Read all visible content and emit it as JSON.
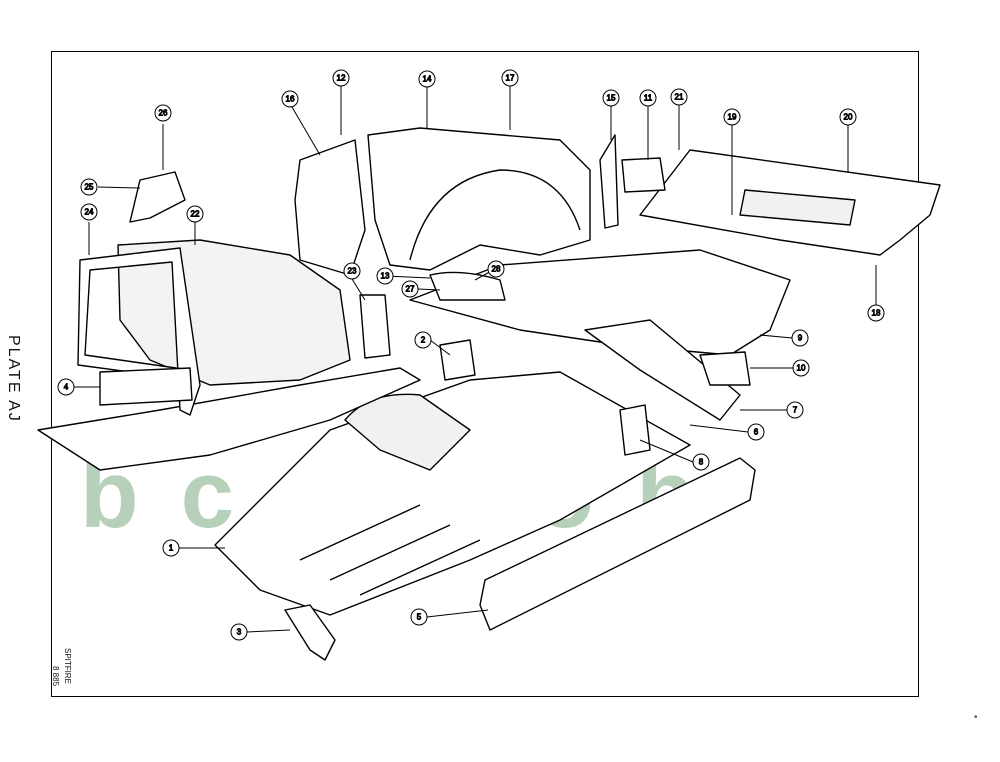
{
  "plate_label": "PLATE AJ",
  "side_model": "SPITFIRE",
  "side_code": "8 885",
  "watermark": "bcc soh",
  "colors": {
    "line": "#000000",
    "watermark": "#7cab82",
    "background": "#ffffff"
  },
  "callouts": [
    "1",
    "2",
    "3",
    "4",
    "5",
    "6",
    "7",
    "8",
    "9",
    "10",
    "11",
    "12",
    "13",
    "14",
    "15",
    "16",
    "17",
    "18",
    "19",
    "20",
    "21",
    "22",
    "23",
    "24",
    "25",
    "26",
    "27",
    "28"
  ]
}
